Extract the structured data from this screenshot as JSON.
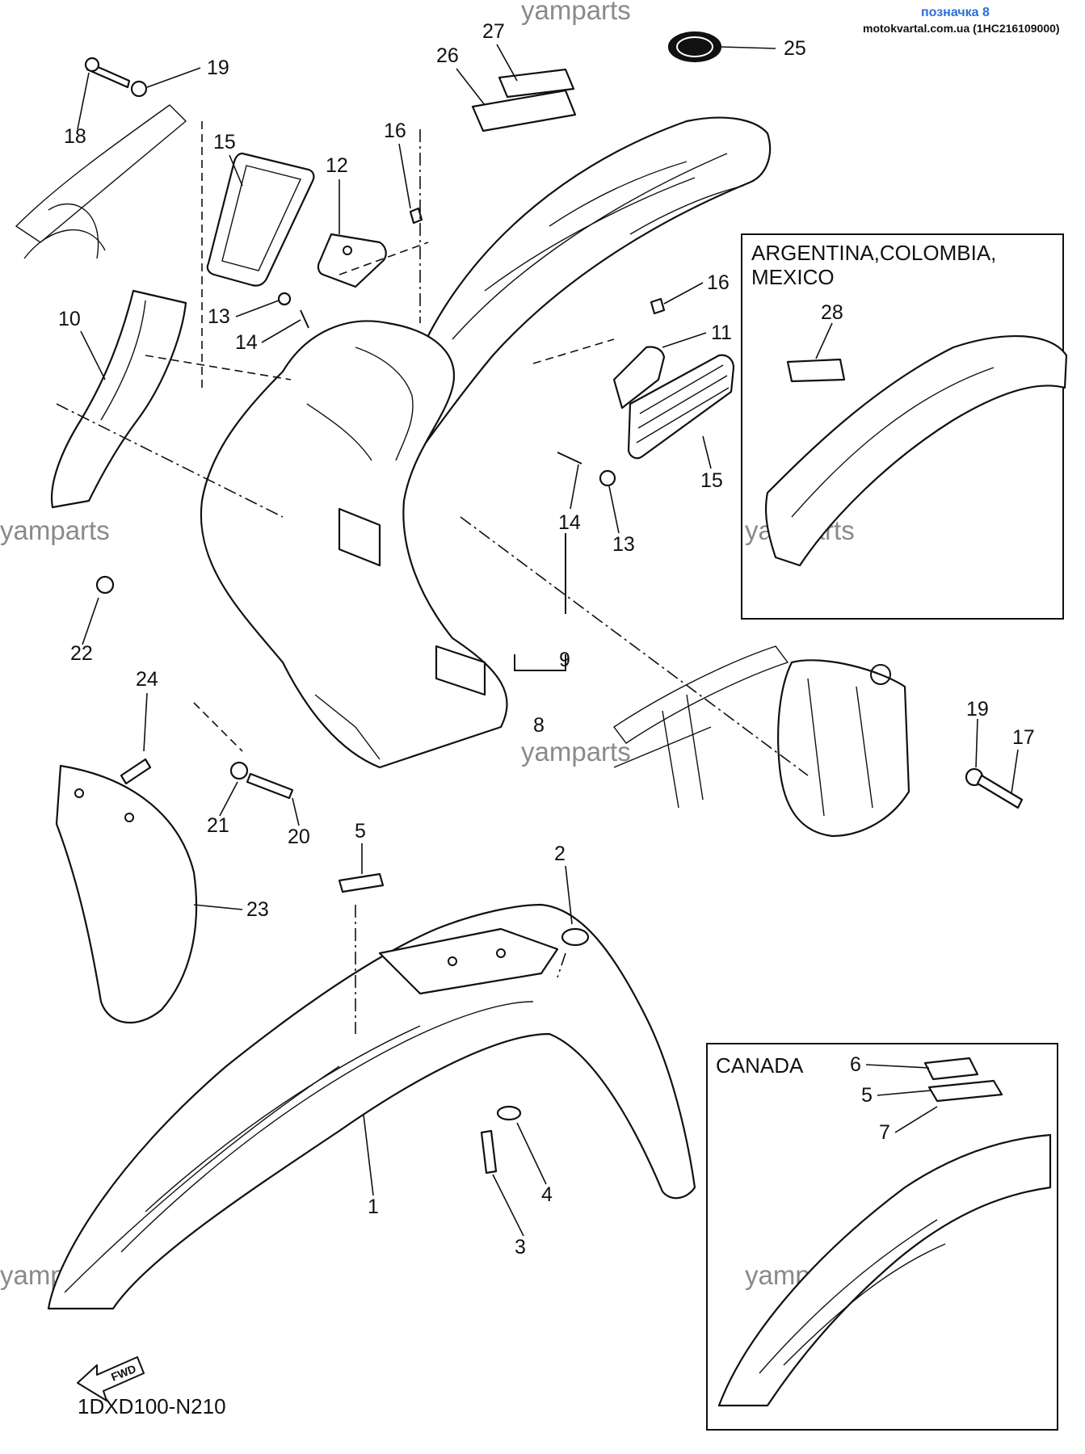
{
  "header": {
    "watermark_top": "yamparts",
    "badge": "позначка 8",
    "source": "motokvartal.com.ua (1HC216109000)"
  },
  "watermarks": [
    "yamparts",
    "yamparts",
    "yamparts",
    "yamparts",
    "yamparts",
    "yamparts"
  ],
  "insets": {
    "argentina": {
      "title_line1": "ARGENTINA,COLOMBIA,",
      "title_line2": "MEXICO",
      "callouts": [
        "28"
      ]
    },
    "canada": {
      "title": "CANADA",
      "callouts": [
        "6",
        "5",
        "7"
      ]
    }
  },
  "callouts": {
    "c27": "27",
    "c26": "26",
    "c25": "25",
    "c19a": "19",
    "c18": "18",
    "c15a": "15",
    "c12": "12",
    "c16a": "16",
    "c16b": "16",
    "c11": "11",
    "c13a": "13",
    "c14a": "14",
    "c10": "10",
    "c15b": "15",
    "c14b": "14",
    "c13b": "13",
    "c22": "22",
    "c24": "24",
    "c9": "9",
    "c8": "8",
    "c19b": "19",
    "c17": "17",
    "c21": "21",
    "c20": "20",
    "c5": "5",
    "c2": "2",
    "c23": "23",
    "c1": "1",
    "c4": "4",
    "c3": "3"
  },
  "fwd_label": "FWD",
  "diagram_code": "1DXD100-N210"
}
